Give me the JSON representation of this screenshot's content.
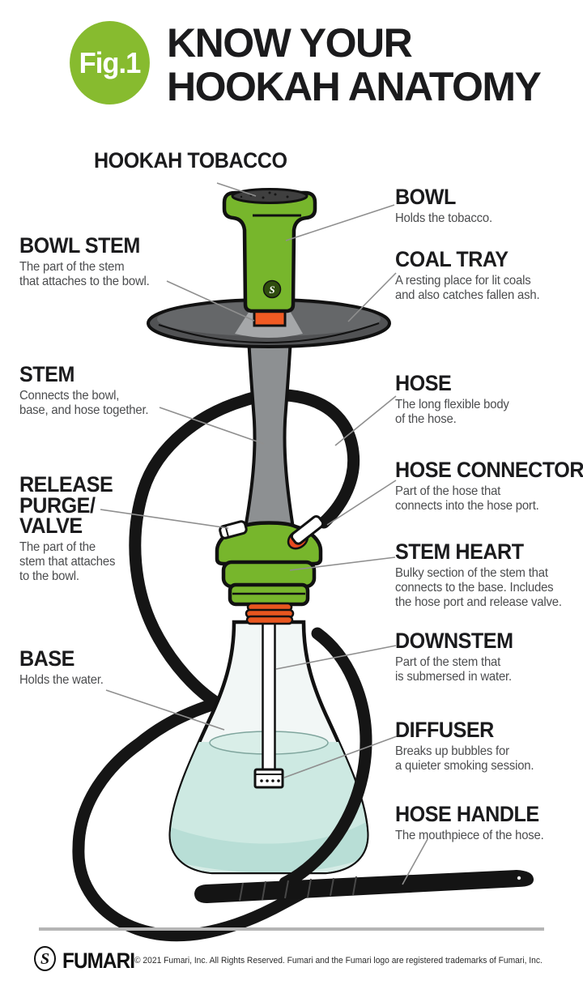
{
  "header": {
    "badge": "Fig.1",
    "title": "KNOW YOUR\nHOOKAH ANATOMY"
  },
  "labels": {
    "hookah_tobacco": {
      "heading": "HOOKAH TOBACCO",
      "description": ""
    },
    "bowl": {
      "heading": "BOWL",
      "description": "Holds the tobacco."
    },
    "bowl_stem": {
      "heading": "BOWL STEM",
      "description": "The part of the stem\nthat attaches to the bowl."
    },
    "coal_tray": {
      "heading": "COAL TRAY",
      "description": "A resting place for lit coals\nand also catches fallen ash."
    },
    "stem": {
      "heading": "STEM",
      "description": "Connects the bowl,\nbase, and hose together."
    },
    "hose": {
      "heading": "HOSE",
      "description": "The long flexible body\nof the hose."
    },
    "release_purge_valve": {
      "heading": "RELEASE\nPURGE/\nVALVE",
      "description": "The part of the\nstem that attaches\nto the bowl."
    },
    "hose_connector": {
      "heading": "HOSE CONNECTOR",
      "description": "Part of the hose that\nconnects into the hose port."
    },
    "stem_heart": {
      "heading": "STEM HEART",
      "description": "Bulky section of the stem that\nconnects to the base. Includes\nthe hose port and release valve."
    },
    "base": {
      "heading": "BASE",
      "description": "Holds the water."
    },
    "downstem": {
      "heading": "DOWNSTEM",
      "description": "Part of the stem that\nis submersed in water."
    },
    "diffuser": {
      "heading": "DIFFUSER",
      "description": "Breaks up bubbles for\na quieter smoking session."
    },
    "hose_handle": {
      "heading": "HOSE HANDLE",
      "description": "The mouthpiece of the hose."
    }
  },
  "illustration": {
    "bowl_logo_glyph": "S"
  },
  "footer": {
    "logo_glyph": "S",
    "brand": "FUMARI",
    "copyright": "© 2021 Fumari, Inc. All Rights Reserved. Fumari and the Fumari logo are registered trademarks of Fumari, Inc."
  },
  "colors": {
    "green": "#77b62c",
    "badge_green": "#87bb2f",
    "orange": "#f05a23",
    "stem_gray": "#8d9092",
    "tray_gray": "#515254",
    "water_teal": "#cde9e2",
    "glass": "#f2f7f6",
    "hose_black": "#151515",
    "leader_gray": "#8f8f8f"
  }
}
